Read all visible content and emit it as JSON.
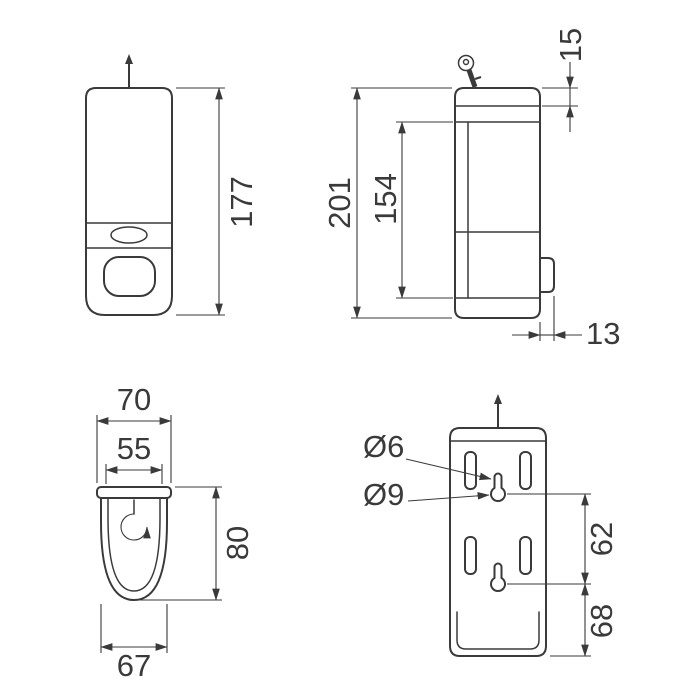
{
  "colors": {
    "line": "#3a3a3a",
    "background": "#ffffff"
  },
  "views": {
    "front": {
      "height": "177"
    },
    "side": {
      "overall_height": "201",
      "inner_height": "154",
      "cap_height": "15",
      "bottom_depth": "13"
    },
    "top": {
      "overall_width": "70",
      "inner_width": "55",
      "depth": "80",
      "body_width": "67"
    },
    "back": {
      "hole_small_dia": "Ø6",
      "hole_large_dia": "Ø9",
      "keyhole_spacing": "62",
      "keyhole_to_bottom": "68"
    }
  }
}
